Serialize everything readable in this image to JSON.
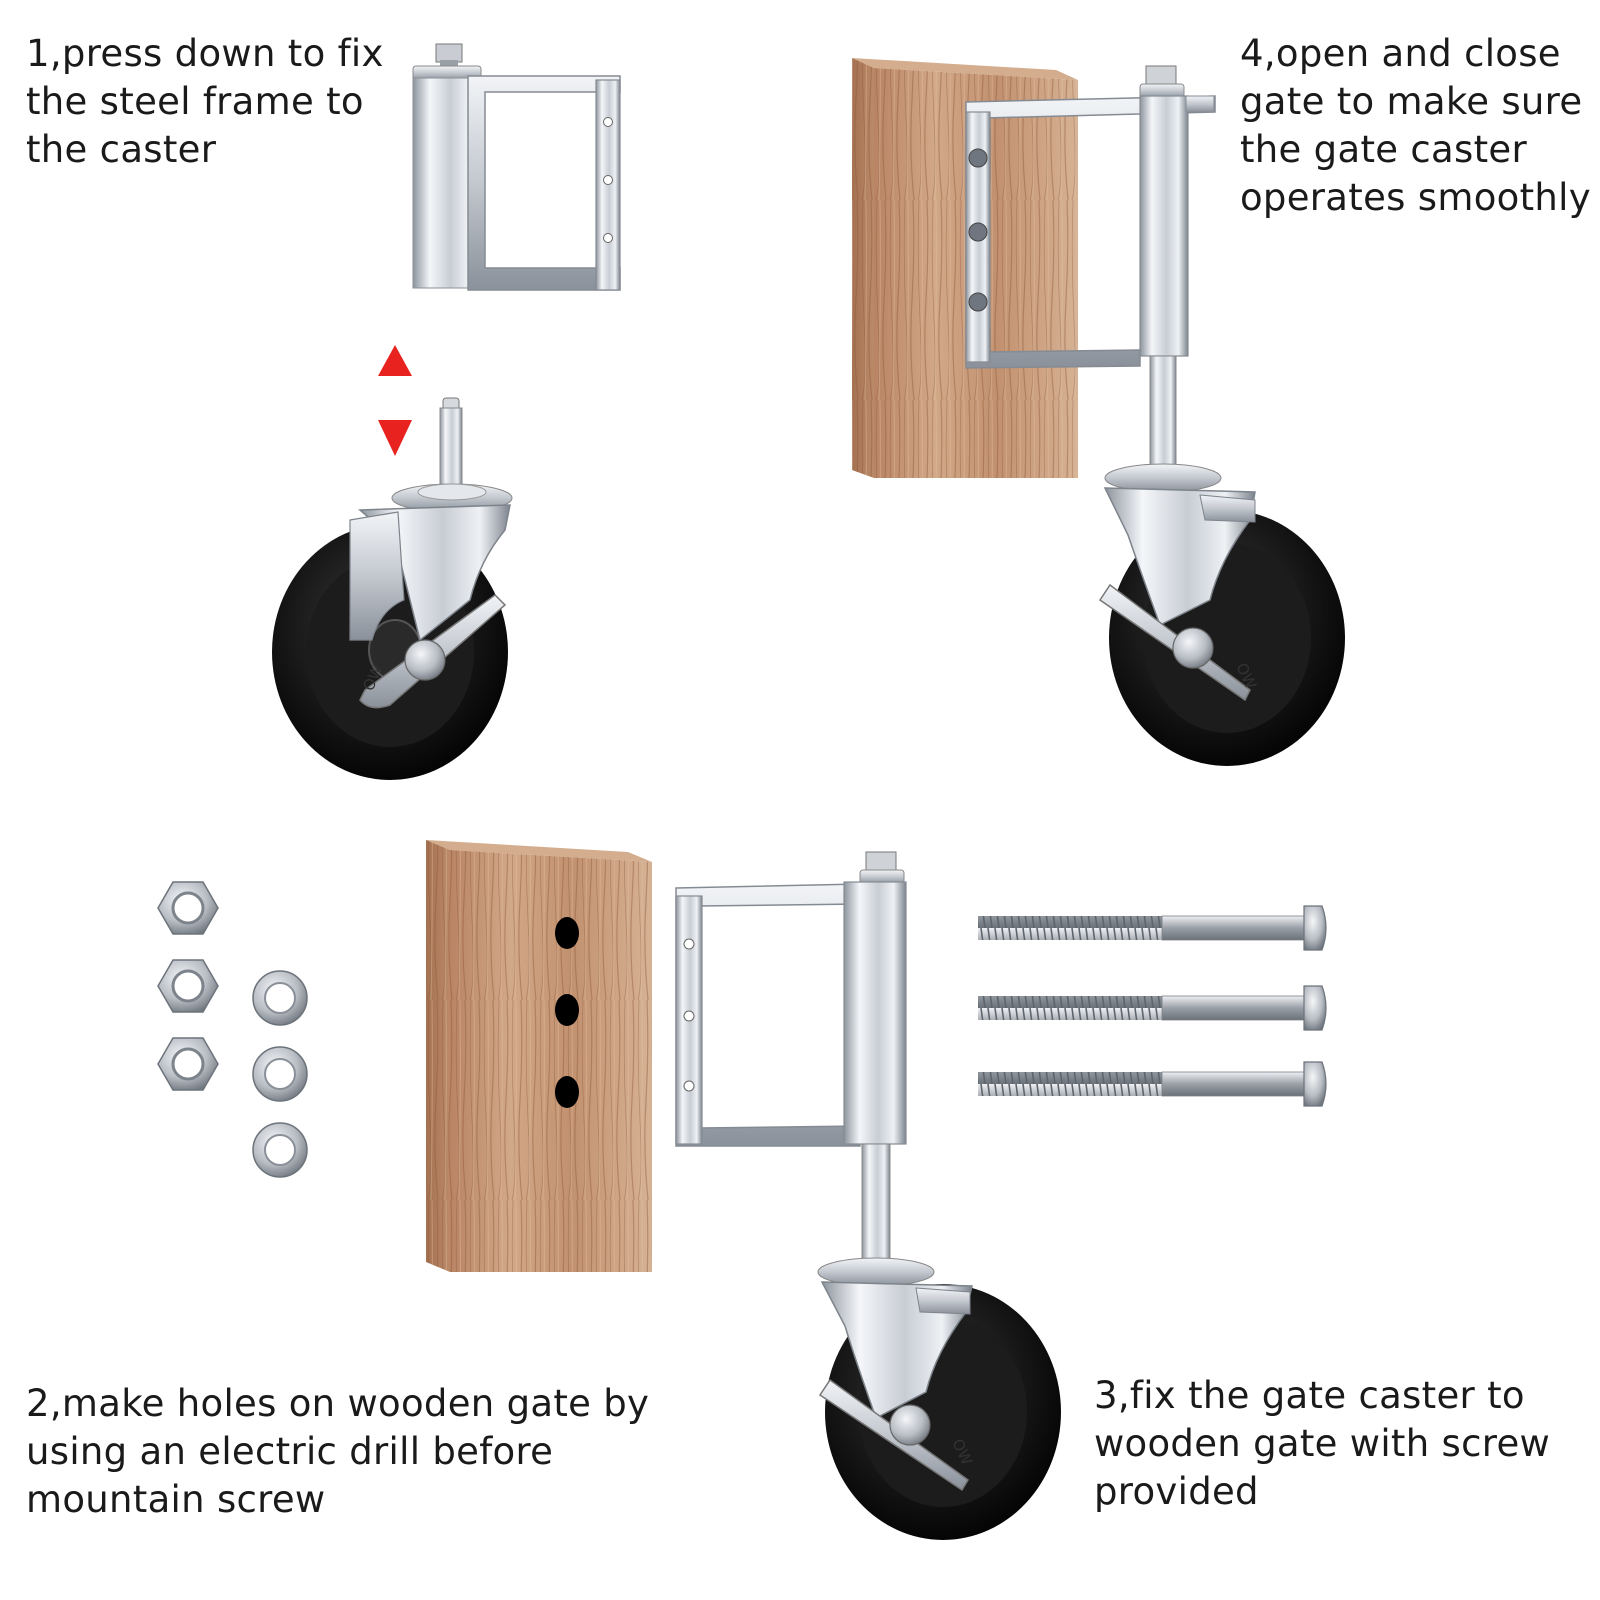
{
  "steps": [
    {
      "id": "step-1",
      "lines": [
        "1,press down to fix",
        "the steel frame to",
        "the caster"
      ]
    },
    {
      "id": "step-4",
      "lines": [
        "4,open and close",
        "gate to make sure",
        "the gate caster",
        "operates smoothly"
      ]
    },
    {
      "id": "step-2",
      "lines": [
        "2,make holes on wooden gate by",
        "using an electric drill before",
        "mountain screw"
      ]
    },
    {
      "id": "step-3",
      "lines": [
        "3,fix the gate caster to",
        "wooden gate with screw",
        "provided"
      ]
    }
  ],
  "wheel_stamp": "OW",
  "colors": {
    "text": "#1a1a1a",
    "arrow": "#e8231f",
    "wood_light": "#c99a78",
    "wood_dark": "#a87858",
    "steel_light": "#f2f4f7",
    "steel_mid": "#c3c8cf",
    "steel_dark": "#7d848e",
    "wheel": "#141414"
  }
}
